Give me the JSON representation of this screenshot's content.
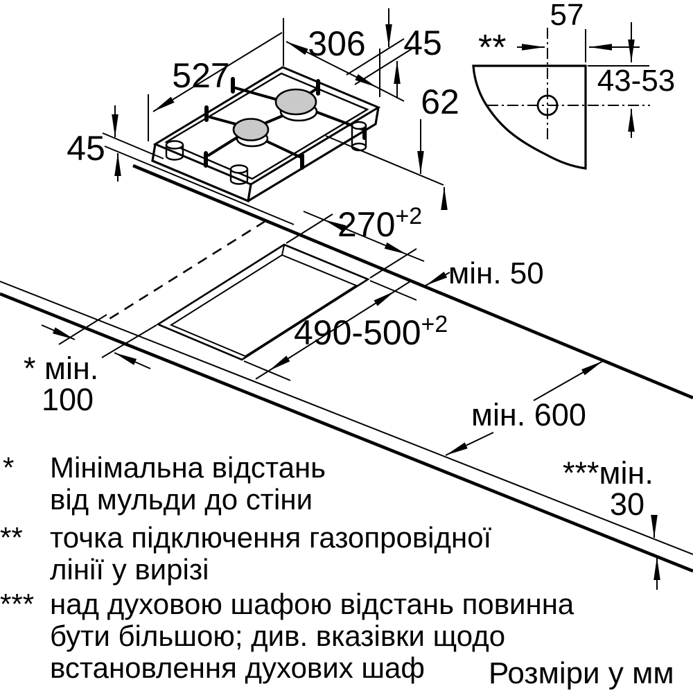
{
  "diagram": {
    "kind": "gas-hob-installation-drawing",
    "units_note": "Розміри у мм",
    "hob": {
      "depth": "527",
      "width": "306",
      "height_left": "45",
      "height_right": "45",
      "below_worktop_clearance": "62"
    },
    "gas_connection_detail": {
      "marker": "**",
      "edge_offset": "57",
      "depth_below_top": "43-53"
    },
    "worktop": {
      "cutout_width": "270",
      "cutout_width_tol": "+2",
      "cutout_depth": "490-500",
      "cutout_depth_tol": "+2",
      "rear_clearance": "мін. 50",
      "min_worktop_depth": "мін. 600",
      "side_wall_clearance_label": "* мін.",
      "side_wall_clearance_value": "100",
      "front_edge_label": "***мін.",
      "front_edge_value": "30"
    },
    "footnotes": [
      {
        "marker": "*",
        "lines": [
          "Мінімальна відстань",
          "від мульди до стіни"
        ]
      },
      {
        "marker": "**",
        "lines": [
          "точка підключення газопровідної",
          "лінії у вирізі"
        ]
      },
      {
        "marker": "***",
        "lines": [
          "над духовою шафою відстань повинна",
          "бути більшою; див. вказівки щодо",
          "встановлення духових шаф"
        ]
      }
    ]
  }
}
